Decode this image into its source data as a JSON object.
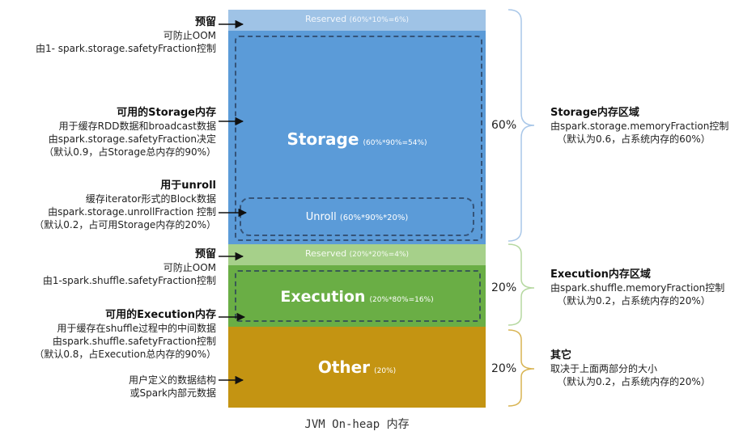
{
  "blocks": {
    "reserved_top": {
      "label": "Reserved",
      "detail": "(60%*10%=6%)"
    },
    "storage": {
      "label": "Storage",
      "detail": "(60%*90%=54%)"
    },
    "unroll": {
      "label": "Unroll",
      "detail": "(60%*90%*20%)"
    },
    "reserved_exec": {
      "label": "Reserved",
      "detail": "(20%*20%=4%)"
    },
    "execution": {
      "label": "Execution",
      "detail": "(20%*80%=16%)"
    },
    "other": {
      "label": "Other",
      "detail": "(20%)"
    }
  },
  "left": {
    "reserved_storage": {
      "title": "预留",
      "l1": "可防止OOM",
      "l2": "由1- spark.storage.safetyFraction控制"
    },
    "usable_storage": {
      "title": "可用的Storage内存",
      "l1": "用于缓存RDD数据和broadcast数据",
      "l2": "由spark.storage.safetyFraction决定",
      "l3": "（默认0.9，占Storage总内存的90%）"
    },
    "unroll": {
      "title": "用于unroll",
      "l1": "缓存iterator形式的Block数据",
      "l2": "由spark.storage.unrollFraction 控制",
      "l3": "（默认0.2，占可用Storage内存的20%）"
    },
    "reserved_exec": {
      "title": "预留",
      "l1": "可防止OOM",
      "l2": "由1-spark.shuffle.safetyFraction控制"
    },
    "usable_exec": {
      "title": "可用的Execution内存",
      "l1": "用于缓存在shuffle过程中的中间数据",
      "l2": "由spark.shuffle.safetyFraction控制",
      "l3": "（默认0.8，占Execution总内存的90%）"
    },
    "other": {
      "l1": "用户定义的数据结构",
      "l2": "或Spark内部元数据"
    }
  },
  "right": {
    "storage": {
      "pct": "60%",
      "title": "Storage内存区域",
      "l1": "由spark.storage.memoryFraction控制",
      "l2": "（默认为0.6，占系统内存的60%）"
    },
    "execution": {
      "pct": "20%",
      "title": "Execution内存区域",
      "l1": "由spark.shuffle.memoryFraction控制",
      "l2": "（默认为0.2，占系统内存的20%）"
    },
    "other": {
      "pct": "20%",
      "title": "其它",
      "l1": "取决于上面两部分的大小",
      "l2": "（默认为0.2，占系统内存的20%）"
    }
  },
  "footer": "JVM On-heap 内存",
  "colors": {
    "reserved_top": "#9fc3e6",
    "storage": "#5b9bd8",
    "reserved_exec": "#a6d08a",
    "execution": "#6aae45",
    "other": "#c49412",
    "brace": "#a9c7e8"
  }
}
